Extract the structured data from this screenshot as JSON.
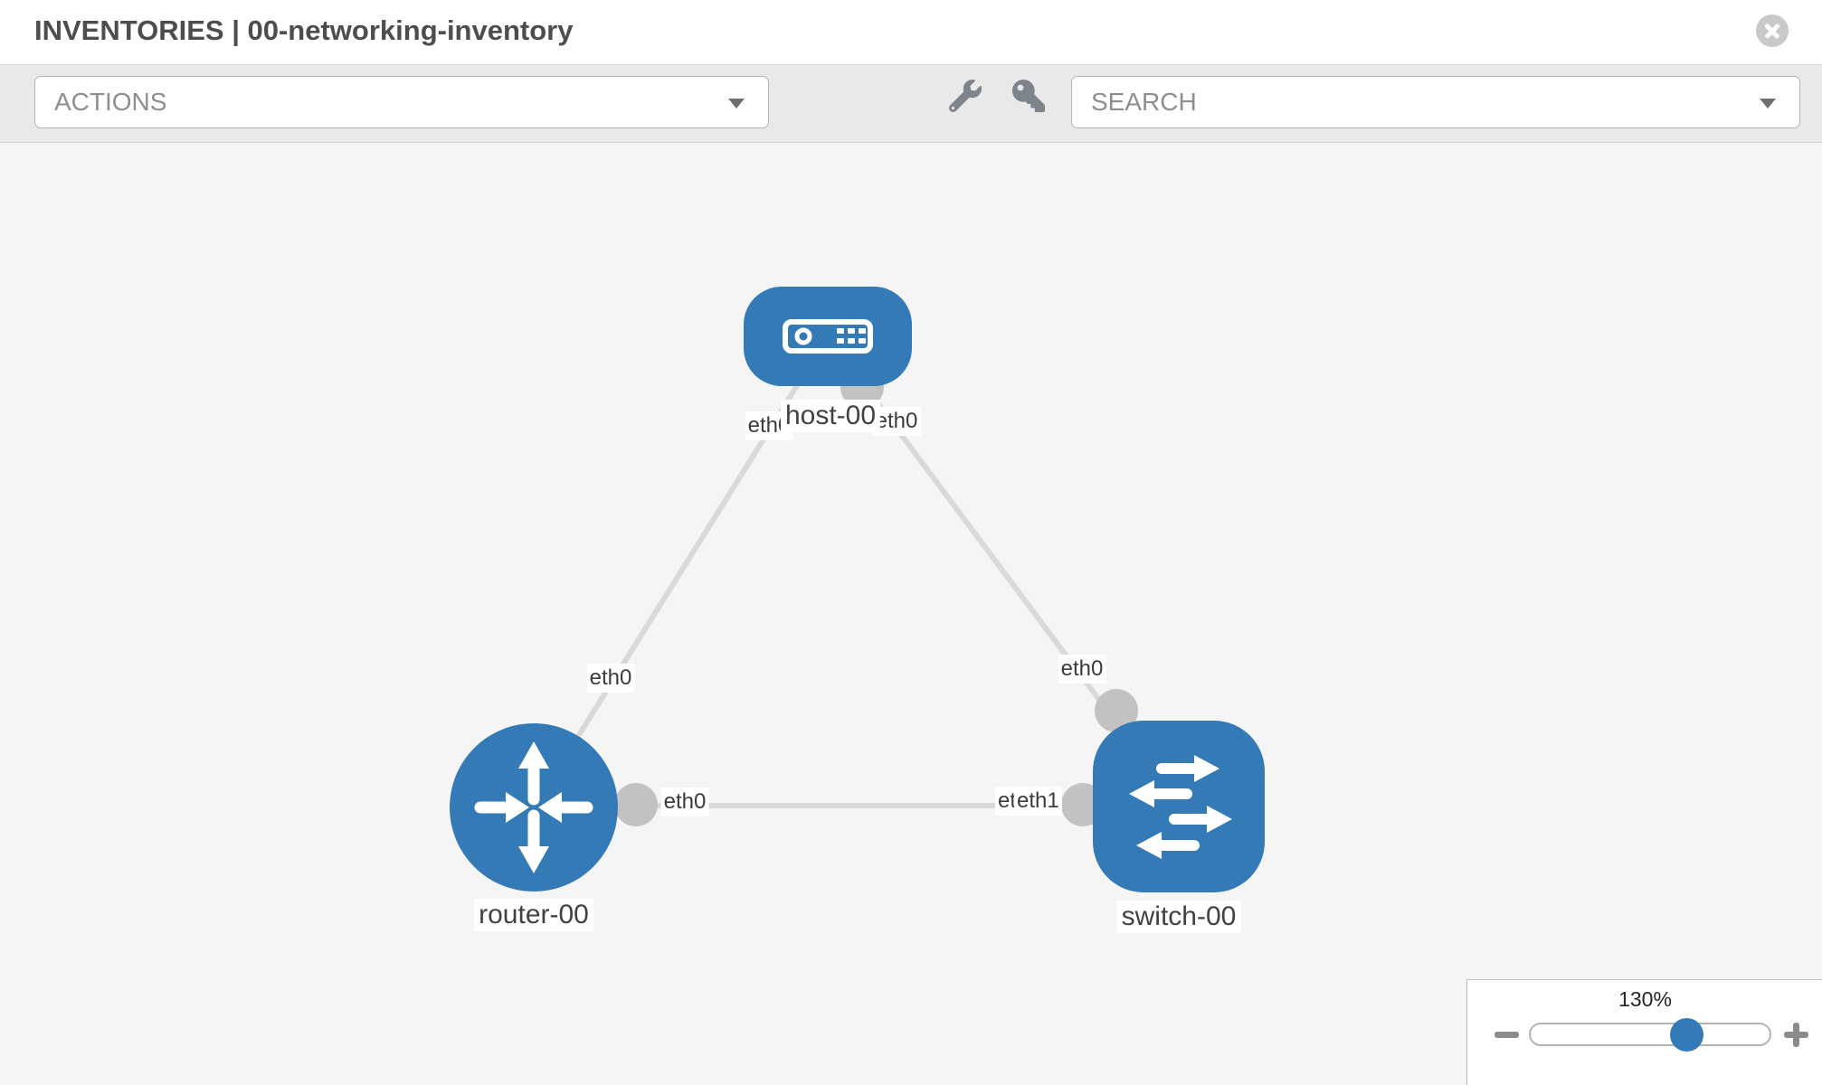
{
  "header": {
    "title": "INVENTORIES | 00-networking-inventory"
  },
  "toolbar": {
    "actions_label": "ACTIONS",
    "search_label": "SEARCH"
  },
  "topology": {
    "nodes": [
      {
        "name": "host-00",
        "type": "host"
      },
      {
        "name": "router-00",
        "type": "router"
      },
      {
        "name": "switch-00",
        "type": "switch"
      }
    ],
    "links": [
      {
        "source": "host-00",
        "source_label": "eth0",
        "target": "router-00",
        "target_label": "eth0"
      },
      {
        "source": "host-00",
        "source_label": "eth0",
        "target": "switch-00",
        "target_label": "eth0"
      },
      {
        "source": "router-00",
        "source_label": "eth0",
        "target": "switch-00",
        "target_label": "eth1",
        "target_label_behind": "eth0"
      }
    ]
  },
  "zoom": {
    "level": "130%"
  },
  "colors": {
    "node_blue": "#337ab7",
    "link_gray": "#d9d9d9",
    "port_gray": "#c2c2c2",
    "toolbar_gray": "#e9e9e9",
    "canvas_gray": "#f5f5f6",
    "icon_gray": "#7e848b"
  }
}
